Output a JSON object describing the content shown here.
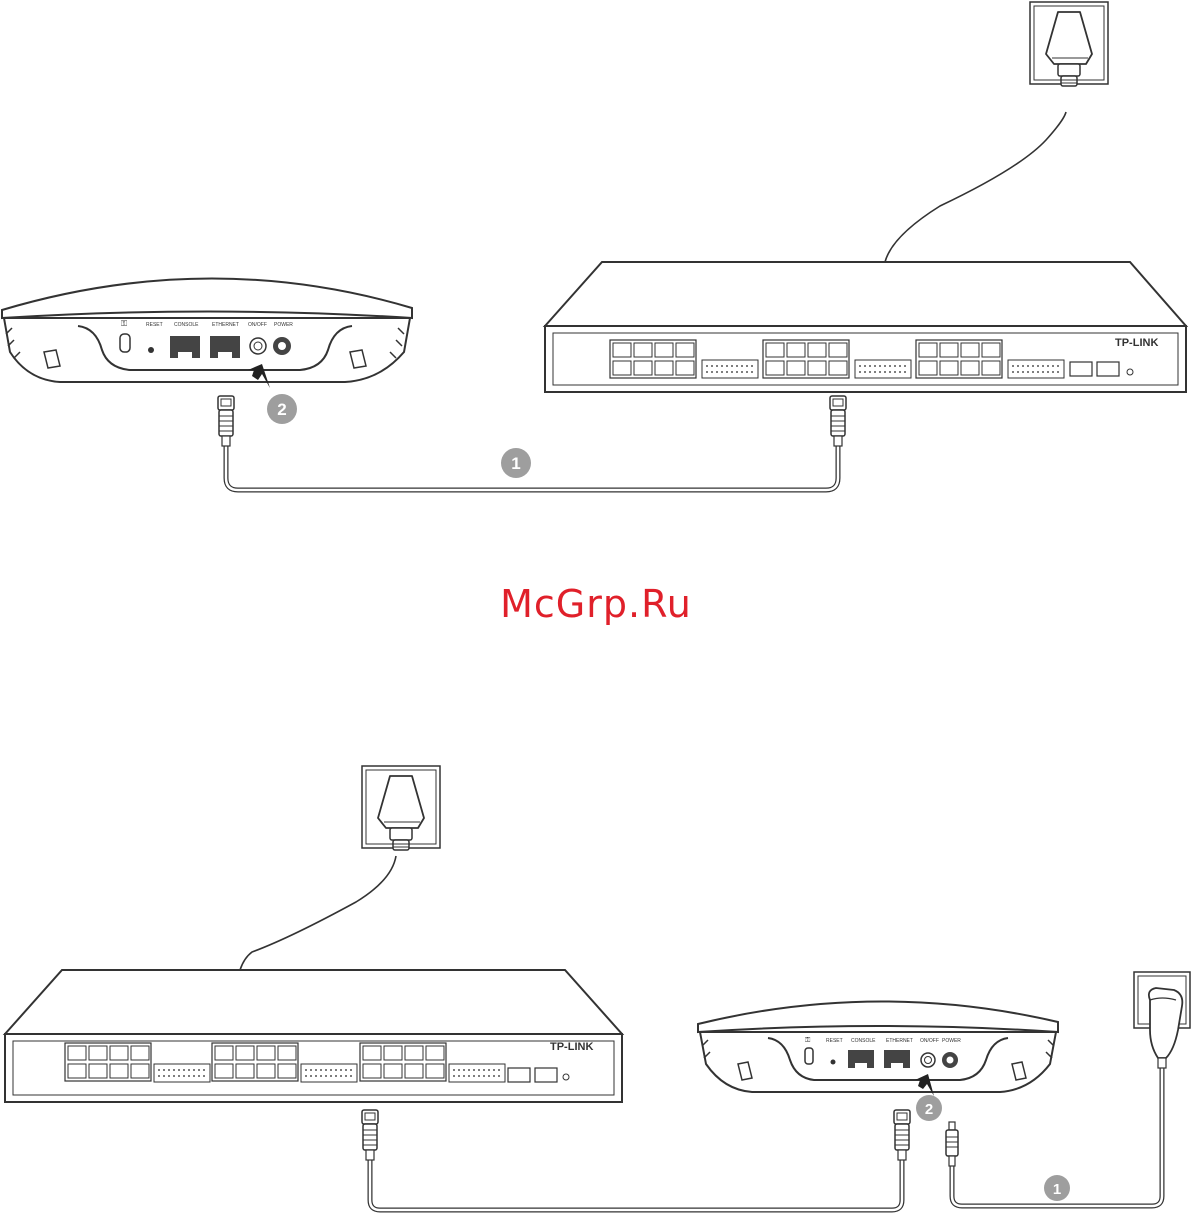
{
  "watermark": "McGrp.Ru",
  "ap_labels": {
    "reset": "RESET",
    "console": "CONSOLE",
    "ethernet": "ETHERNET",
    "onoff": "ON/OFF",
    "power": "POWER"
  },
  "switch_brand": "TP-LINK",
  "steps": {
    "one": "1",
    "two": "2"
  },
  "colors": {
    "line": "#333333",
    "badge": "#9e9e9e",
    "watermark": "#e0202a"
  }
}
